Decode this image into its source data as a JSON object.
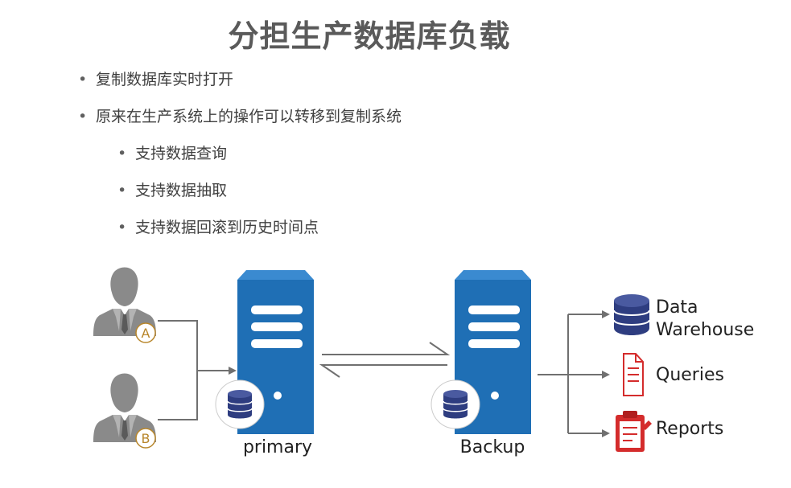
{
  "title": "分担生产数据库负载",
  "bullets": [
    {
      "text": "复制数据库实时打开",
      "level": 1
    },
    {
      "text": "原来在生产系统上的操作可以转移到复制系统",
      "level": 1
    },
    {
      "text": "支持数据查询",
      "level": 2
    },
    {
      "text": "支持数据抽取",
      "level": 2
    },
    {
      "text": "支持数据回滚到历史时间点",
      "level": 2
    }
  ],
  "diagram": {
    "users": [
      {
        "badge": "A"
      },
      {
        "badge": "B"
      }
    ],
    "servers": {
      "primary": "primary",
      "backup": "Backup"
    },
    "outputs": {
      "data_warehouse_line1": "Data",
      "data_warehouse_line2": "Warehouse",
      "queries": "Queries",
      "reports": "Reports"
    },
    "colors": {
      "server_blue": "#1f6fb5",
      "db_navy": "#2e3d80",
      "user_gray": "#8a8a8a",
      "badge_gold": "#b8862b",
      "doc_red": "#d42c2c",
      "arrow_gray": "#707070"
    },
    "icons": [
      "user-icon",
      "server-icon",
      "database-icon",
      "document-icon",
      "clipboard-icon"
    ]
  }
}
